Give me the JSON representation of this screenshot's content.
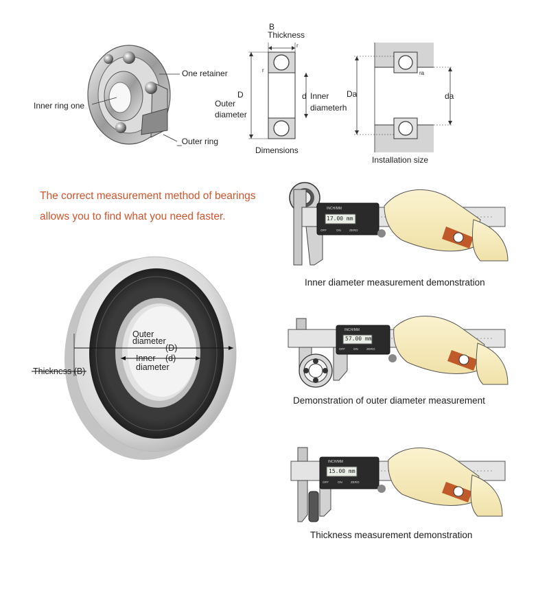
{
  "top_left": {
    "retainer_label": "One retainer",
    "inner_ring_label": "Inner ring one",
    "outer_ring_label": "_Outer ring"
  },
  "dimensions": {
    "b": "B",
    "thickness": "Thickness",
    "r_top": "r",
    "r_side": "r",
    "D": "D",
    "outer": "Outer",
    "diameter": "diameter",
    "d": "d",
    "inner": "Inner",
    "diameterh": "diameterh",
    "caption": "Dimensions"
  },
  "installation": {
    "Da": "Da",
    "ra": "ra",
    "da": "da",
    "caption": "Installation size"
  },
  "headline": {
    "line1": "The correct measurement method of bearings",
    "line2": "allows you to find what you need faster."
  },
  "big_bearing": {
    "outer1": "Outer",
    "outer2": "diameter",
    "D": "(D)",
    "inner1": "Inner",
    "inner2": "diameter",
    "d": "(d)",
    "thickness": "Thickness (B)"
  },
  "demos": [
    {
      "reading": "17.00 mm",
      "caption": "Inner diameter measurement demonstration"
    },
    {
      "reading": "57.00 mm",
      "caption": "Demonstration of outer diameter measurement"
    },
    {
      "reading": "15.00 mm",
      "caption": "Thickness measurement demonstration"
    }
  ],
  "caliper_text": {
    "mode": "INCH/MM",
    "off": "OFF",
    "on": "ON",
    "zero": "ZERO"
  }
}
